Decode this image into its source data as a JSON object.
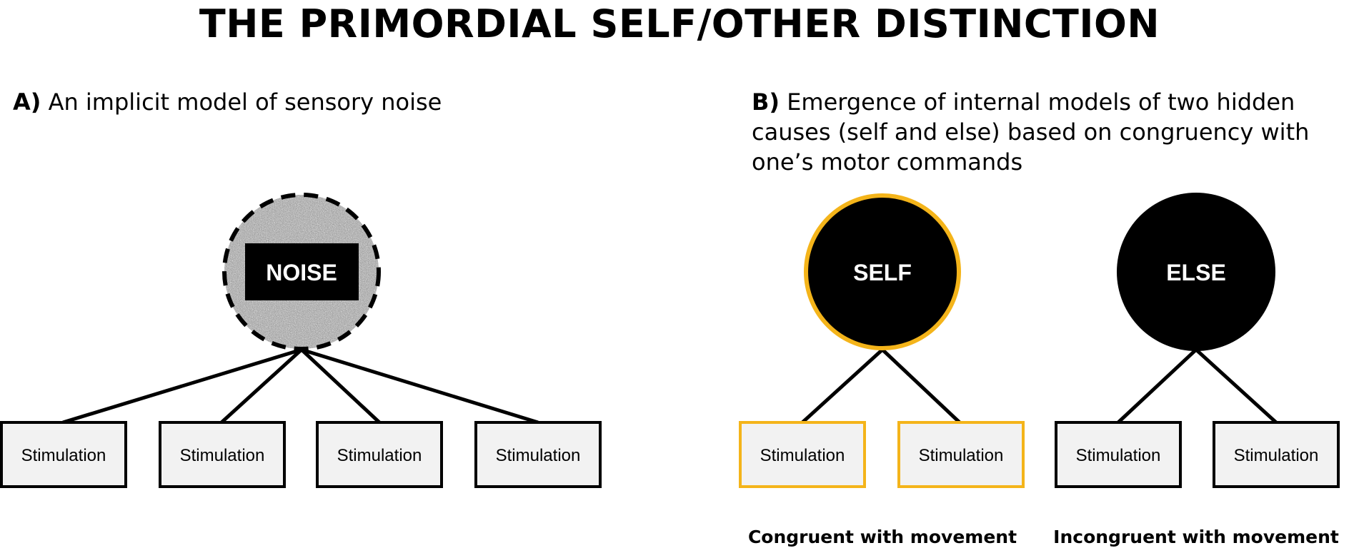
{
  "title": "THE PRIMORDIAL SELF/OTHER DISTINCTION",
  "panel_a": {
    "letter": "A)",
    "heading": "An implicit model of sensory noise",
    "node": "NOISE",
    "stimuli": [
      "Stimulation",
      "Stimulation",
      "Stimulation",
      "Stimulation"
    ]
  },
  "panel_b": {
    "letter": "B)",
    "heading": "Emergence of internal models of two hidden causes (self and else) based on congruency with one’s motor commands",
    "self_node": "SELF",
    "else_node": "ELSE",
    "self_stimuli": [
      "Stimulation",
      "Stimulation"
    ],
    "else_stimuli": [
      "Stimulation",
      "Stimulation"
    ],
    "caption_self": "Congruent with movement",
    "caption_else": "Incongruent with movement"
  },
  "colors": {
    "self_highlight": "#f4b41a",
    "node_fill": "#000000",
    "stim_fill": "#f2f2f2",
    "stim_border": "#000000"
  }
}
